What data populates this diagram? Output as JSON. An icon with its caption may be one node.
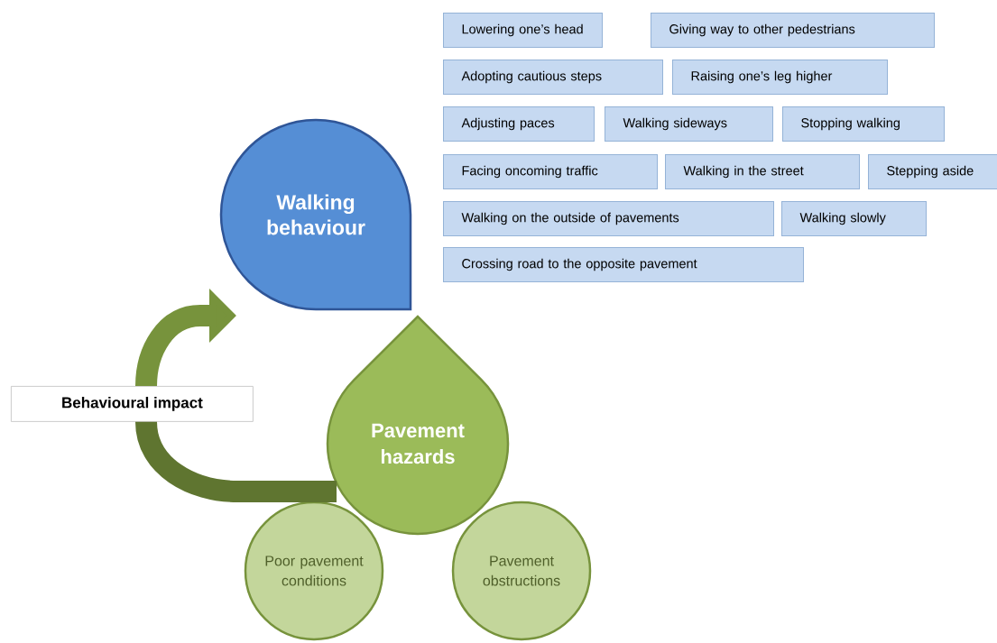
{
  "diagram": {
    "nodes": [
      {
        "text": [
          "Walking behaviour"
        ]
      },
      {
        "text": [
          "Pavement hazards"
        ]
      },
      {
        "text": [
          "Poor pavement conditions"
        ]
      },
      {
        "text": [
          "Pavement obstructions"
        ]
      },
      {
        "text": [
          "Behavioural impact"
        ]
      },
      {
        "text": [
          "Lowering one’s head"
        ]
      },
      {
        "text": [
          "Giving way to other pedestrians"
        ]
      },
      {
        "text": [
          "Adopting cautious steps"
        ]
      },
      {
        "text": [
          "Raising one’s leg higher"
        ]
      },
      {
        "text": [
          "Adjusting paces"
        ]
      },
      {
        "text": [
          "Walking sideways"
        ]
      },
      {
        "text": [
          "Stopping walking"
        ]
      },
      {
        "text": [
          "Facing oncoming traffic"
        ]
      },
      {
        "text": [
          "Walking in the street"
        ]
      },
      {
        "text": [
          "Stepping aside"
        ]
      },
      {
        "text": [
          "Walking on the outside of pavements"
        ]
      },
      {
        "text": [
          "Walking slowly"
        ]
      },
      {
        "text": [
          "Crossing road to the opposite pavement"
        ]
      }
    ],
    "edges": [
      {
        "from": 1,
        "to": 4,
        "arrow": "none"
      },
      {
        "from": 4,
        "to": 0,
        "arrow": "to"
      }
    ]
  }
}
